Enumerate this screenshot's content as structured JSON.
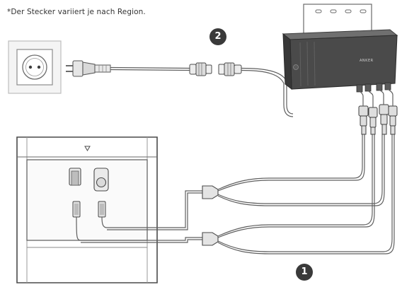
{
  "note": "*Der Stecker variiert je nach Region.",
  "steps": [
    {
      "id": "step-1",
      "label": "1"
    },
    {
      "id": "step-2",
      "label": "2"
    }
  ],
  "microinverter": {
    "brand": "ANKER"
  }
}
